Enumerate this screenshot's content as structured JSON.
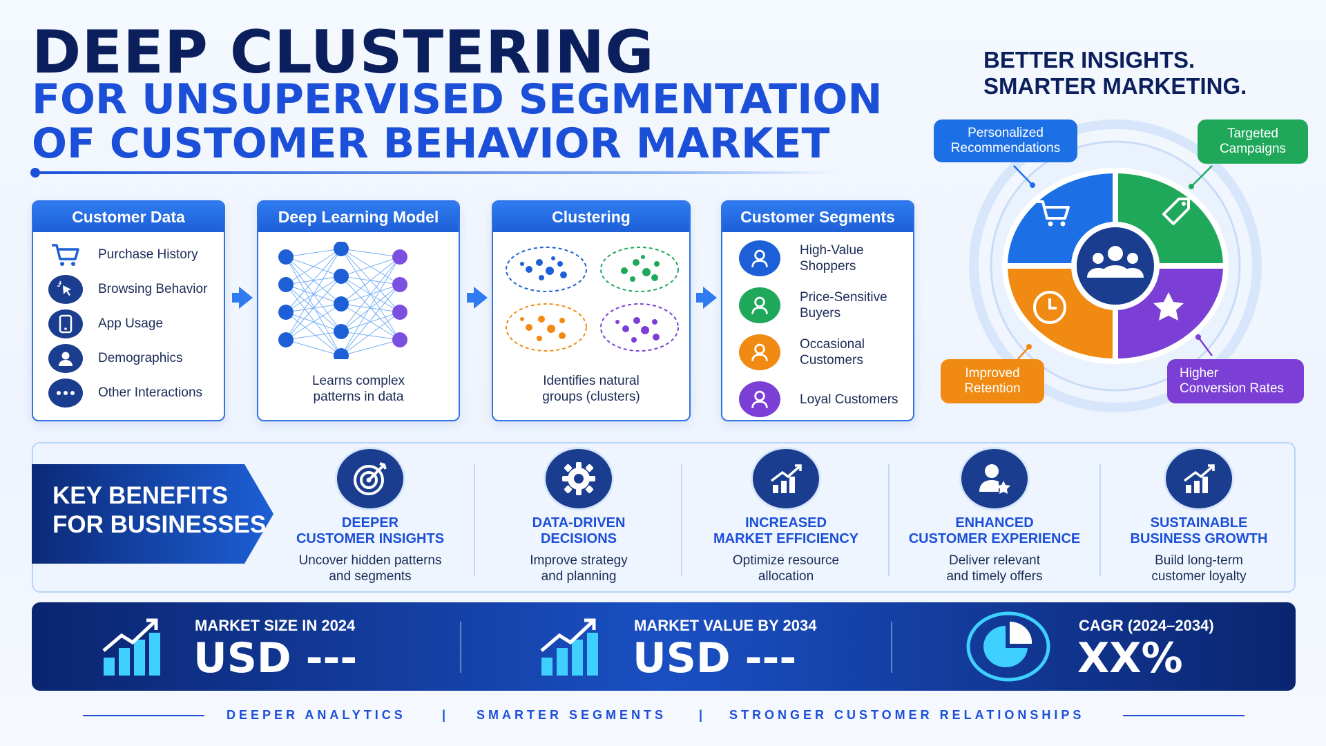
{
  "title": {
    "line1": "DEEP CLUSTERING",
    "line2": "FOR UNSUPERVISED SEGMENTATION",
    "line3": "OF CUSTOMER BEHAVIOR MARKET"
  },
  "tagline": {
    "line1": "BETTER INSIGHTS.",
    "line2": "SMARTER MARKETING."
  },
  "process": {
    "customer_data": {
      "title": "Customer Data",
      "items": [
        {
          "label": "Purchase History",
          "icon": "cart-icon"
        },
        {
          "label": "Browsing Behavior",
          "icon": "cursor-icon"
        },
        {
          "label": "App Usage",
          "icon": "phone-icon"
        },
        {
          "label": "Demographics",
          "icon": "user-icon"
        },
        {
          "label": "Other Interactions",
          "icon": "more-icon"
        }
      ]
    },
    "model": {
      "title": "Deep Learning Model",
      "caption_l1": "Learns complex",
      "caption_l2": "patterns in data"
    },
    "clustering": {
      "title": "Clustering",
      "caption_l1": "Identifies natural",
      "caption_l2": "groups (clusters)"
    },
    "segments": {
      "title": "Customer Segments",
      "items": [
        {
          "l1": "High-Value",
          "l2": "Shoppers",
          "color": "#1d5fd6"
        },
        {
          "l1": "Price-Sensitive",
          "l2": "Buyers",
          "color": "#1fa85a"
        },
        {
          "l1": "Occasional",
          "l2": "Customers",
          "color": "#f08a12"
        },
        {
          "l1": "Loyal Customers",
          "l2": "",
          "color": "#7b3fd6"
        }
      ]
    }
  },
  "wheel": {
    "labels": {
      "personalized": {
        "l1": "Personalized",
        "l2": "Recommendations",
        "color": "#1d6fe6"
      },
      "targeted": {
        "l1": "Targeted",
        "l2": "Campaigns",
        "color": "#1fa85a"
      },
      "retention": {
        "l1": "Improved",
        "l2": "Retention",
        "color": "#f08a12"
      },
      "conversion": {
        "l1": "Higher",
        "l2": "Conversion Rates",
        "color": "#7b3fd6"
      }
    },
    "colors": {
      "blue": "#1d6fe6",
      "green": "#1fa85a",
      "orange": "#f08a12",
      "purple": "#7b3fd6",
      "center": "#1a3d8f"
    }
  },
  "benefits": {
    "heading_l1": "KEY BENEFITS",
    "heading_l2": "FOR BUSINESSES",
    "items": [
      {
        "t1": "DEEPER",
        "t2": "CUSTOMER INSIGHTS",
        "d1": "Uncover hidden patterns",
        "d2": "and segments",
        "icon": "target-icon"
      },
      {
        "t1": "DATA-DRIVEN",
        "t2": "DECISIONS",
        "d1": "Improve strategy",
        "d2": "and planning",
        "icon": "gear-icon"
      },
      {
        "t1": "INCREASED",
        "t2": "MARKET EFFICIENCY",
        "d1": "Optimize resource",
        "d2": "allocation",
        "icon": "chart-up-icon"
      },
      {
        "t1": "ENHANCED",
        "t2": "CUSTOMER EXPERIENCE",
        "d1": "Deliver relevant",
        "d2": "and timely offers",
        "icon": "user-star-icon"
      },
      {
        "t1": "SUSTAINABLE",
        "t2": "BUSINESS GROWTH",
        "d1": "Build long-term",
        "d2": "customer loyalty",
        "icon": "growth-icon"
      }
    ]
  },
  "stats": [
    {
      "label": "MARKET SIZE IN 2024",
      "value": "USD ---"
    },
    {
      "label": "MARKET VALUE BY 2034",
      "value": "USD ---"
    },
    {
      "label": "CAGR (2024–2034)",
      "value": "XX%"
    }
  ],
  "footer": {
    "a": "DEEPER ANALYTICS",
    "sep1": "|",
    "b": "SMARTER SEGMENTS",
    "sep2": "|",
    "c": "STRONGER CUSTOMER RELATIONSHIPS"
  }
}
